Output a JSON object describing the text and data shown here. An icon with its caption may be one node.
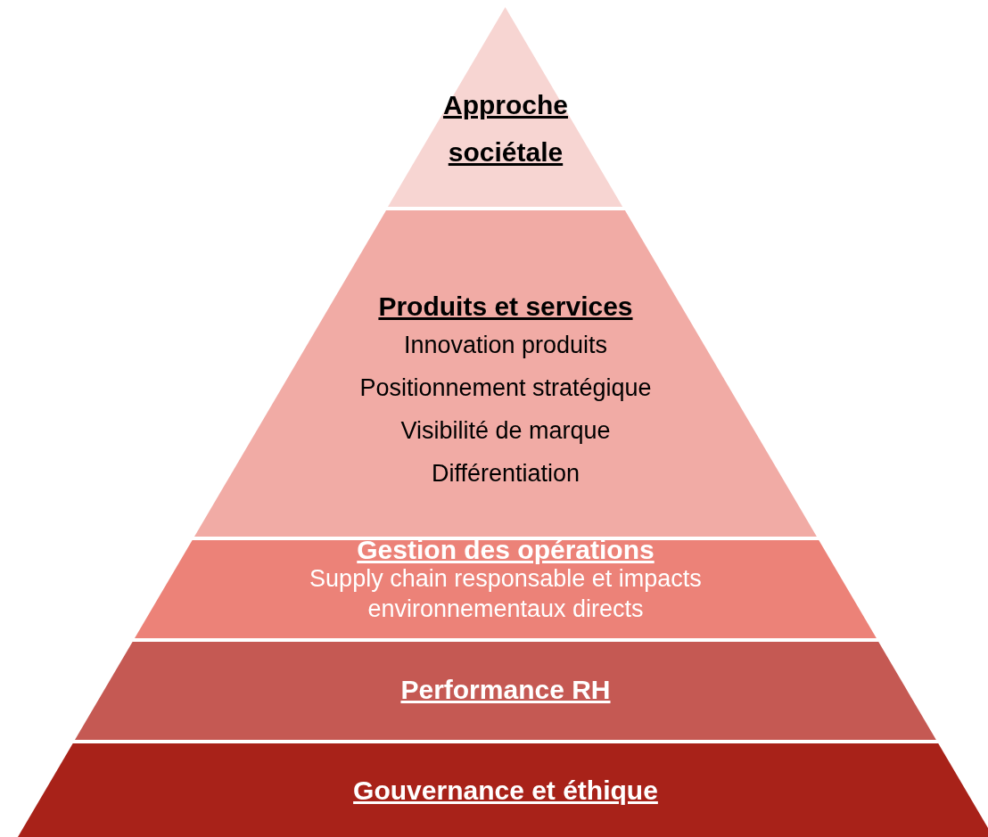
{
  "diagram": {
    "nodes": [
      {
        "text": [
          "Approche sociétale"
        ]
      },
      {
        "text": [
          "Produits et services",
          "Innovation produits",
          "Positionnement stratégique",
          "Visibilité de marque",
          "Différentiation"
        ]
      },
      {
        "text": [
          "Gestion des opérations",
          "Supply chain responsable et impacts environnementaux directs"
        ]
      },
      {
        "text": [
          "Performance RH"
        ]
      },
      {
        "text": [
          "Gouvernance et éthique"
        ]
      }
    ]
  }
}
